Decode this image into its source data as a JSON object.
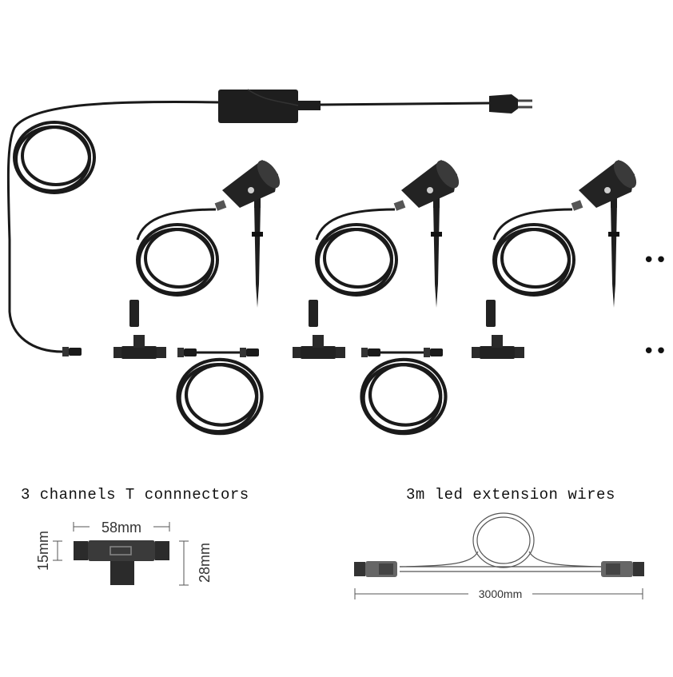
{
  "captions": {
    "t_connector": "3 channels T connnectors",
    "extension_wire": "3m led extension wires"
  },
  "dimensions": {
    "t_width": "58mm",
    "t_height_small": "15mm",
    "t_height_large": "28mm",
    "wire_length": "3000mm"
  },
  "continuation": {
    "upper": "••",
    "lower": "••"
  },
  "colors": {
    "cable": "#1a1a1a",
    "body": "#222222",
    "dimension_line": "#555555"
  }
}
